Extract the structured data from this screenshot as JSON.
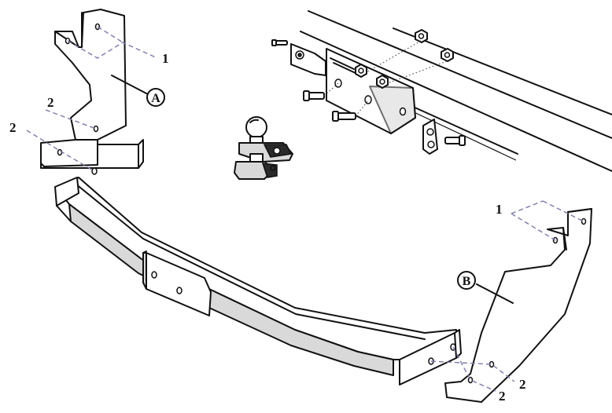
{
  "callouts": {
    "one": "1",
    "two": "2",
    "part_a": "A",
    "part_b": "B"
  },
  "icons": [
    "hitch-ball-icon",
    "bolt-icon",
    "nut-icon"
  ]
}
